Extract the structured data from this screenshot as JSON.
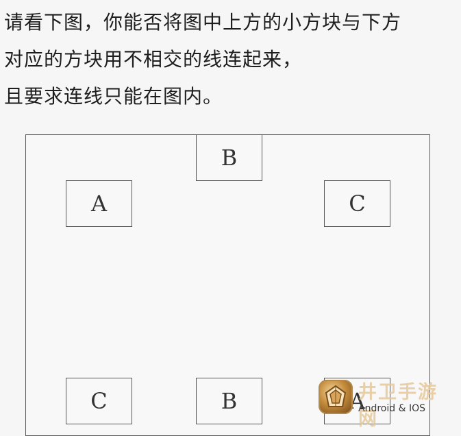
{
  "instructions": {
    "line1": "请看下图，你能否将图中上方的小方块与下方",
    "line2": "对应的方块用不相交的线连起来，",
    "line3": "且要求连线只能在图内。"
  },
  "puzzle": {
    "top_blocks": {
      "left": "A",
      "center": "B",
      "right": "C"
    },
    "bottom_blocks": {
      "left": "C",
      "center": "B",
      "right": "A"
    }
  },
  "watermark": {
    "title": "井卫手游网",
    "subtitle": "Android & IOS",
    "logo_icon": "diamond-emblem-icon",
    "accent_color": "#c48b3b"
  }
}
